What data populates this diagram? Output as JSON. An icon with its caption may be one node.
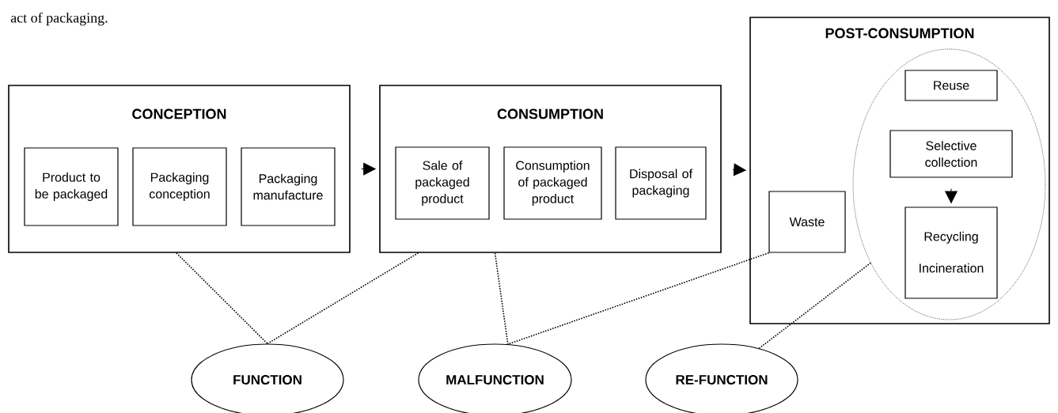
{
  "diagram": {
    "nodes": [
      {
        "text": [
          "CONCEPTION"
        ]
      },
      {
        "text": [
          "Product to be packaged"
        ],
        "in": 0
      },
      {
        "text": [
          "Packaging conception"
        ],
        "in": 0
      },
      {
        "text": [
          "Packaging manufacture"
        ],
        "in": 0
      },
      {
        "text": [
          "CONSUMPTION"
        ]
      },
      {
        "text": [
          "Sale of packaged product"
        ],
        "in": 4
      },
      {
        "text": [
          "Consumption of packaged product"
        ],
        "in": 4
      },
      {
        "text": [
          "Disposal of packaging"
        ],
        "in": 4
      },
      {
        "text": [
          "POST-CONSUMPTION"
        ]
      },
      {
        "text": [
          "Waste"
        ],
        "in": 8
      },
      {
        "text": [],
        "shape": "ellipse",
        "in": 8
      },
      {
        "text": [
          "Reuse"
        ],
        "in": 10
      },
      {
        "text": [
          "Selective collection"
        ],
        "in": 10
      },
      {
        "text": [
          "Recycling",
          "Incineration"
        ],
        "in": 10
      },
      {
        "text": [
          "FUNCTION"
        ]
      },
      {
        "text": [
          "MALFUNCTION"
        ]
      },
      {
        "text": [
          "RE-FUNCTION"
        ]
      }
    ],
    "edges": [
      {
        "from": 0,
        "to": 4,
        "arrow": "to"
      },
      {
        "from": 4,
        "to": 8,
        "arrow": "to"
      },
      {
        "from": 12,
        "to": 13,
        "arrow": "to"
      },
      {
        "from": 0,
        "to": 14,
        "arrow": "none",
        "style": "dashed"
      },
      {
        "from": 4,
        "to": 14,
        "arrow": "none",
        "style": "dashed"
      },
      {
        "from": 4,
        "to": 15,
        "arrow": "none",
        "style": "dashed"
      },
      {
        "from": 9,
        "to": 15,
        "arrow": "none",
        "style": "dashed"
      },
      {
        "from": 10,
        "to": 16,
        "arrow": "none",
        "style": "dashed"
      }
    ],
    "labels": [
      "act of packaging."
    ]
  }
}
